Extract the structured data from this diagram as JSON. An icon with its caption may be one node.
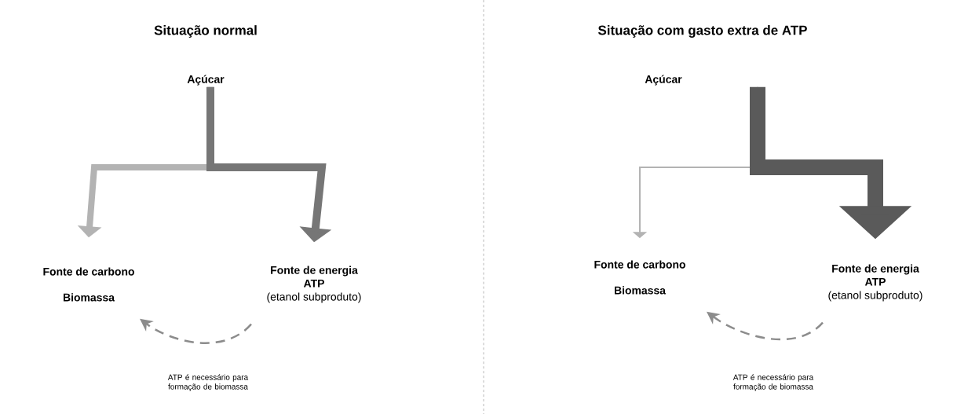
{
  "diagram": {
    "nodes": [
      {
        "text": [
          "Açúcar"
        ]
      },
      {
        "text": [
          "Fonte de carbono",
          "Biomassa"
        ]
      },
      {
        "text": [
          "Fonte de energia",
          "ATP",
          "(etanol subproduto)"
        ]
      },
      {
        "text": [
          "Açúcar"
        ]
      },
      {
        "text": [
          "Fonte de carbono",
          "Biomassa"
        ]
      },
      {
        "text": [
          "Fonte de energia",
          "ATP",
          "(etanol subproduto)"
        ]
      }
    ],
    "edges": [
      {
        "from": 0,
        "to": 1,
        "arrow": "to",
        "style": "thick",
        "color": "#b3b3b3"
      },
      {
        "from": 0,
        "to": 2,
        "arrow": "to",
        "style": "thick",
        "color": "#767676"
      },
      {
        "from": 2,
        "to": 1,
        "arrow": "to",
        "style": "dashed",
        "color": "#8c8c8c",
        "label": "ATP é necessário para formação de biomassa"
      },
      {
        "from": 3,
        "to": 4,
        "arrow": "to",
        "color": "#b3b3b3"
      },
      {
        "from": 3,
        "to": 5,
        "arrow": "to",
        "style": "thick",
        "color": "#5a5a5a"
      },
      {
        "from": 5,
        "to": 4,
        "arrow": "to",
        "style": "dashed",
        "color": "#8c8c8c",
        "label": "ATP é necessário para formação de biomassa"
      }
    ],
    "labels": [
      "Situação normal",
      "Situação com gasto extra de ATP"
    ]
  }
}
